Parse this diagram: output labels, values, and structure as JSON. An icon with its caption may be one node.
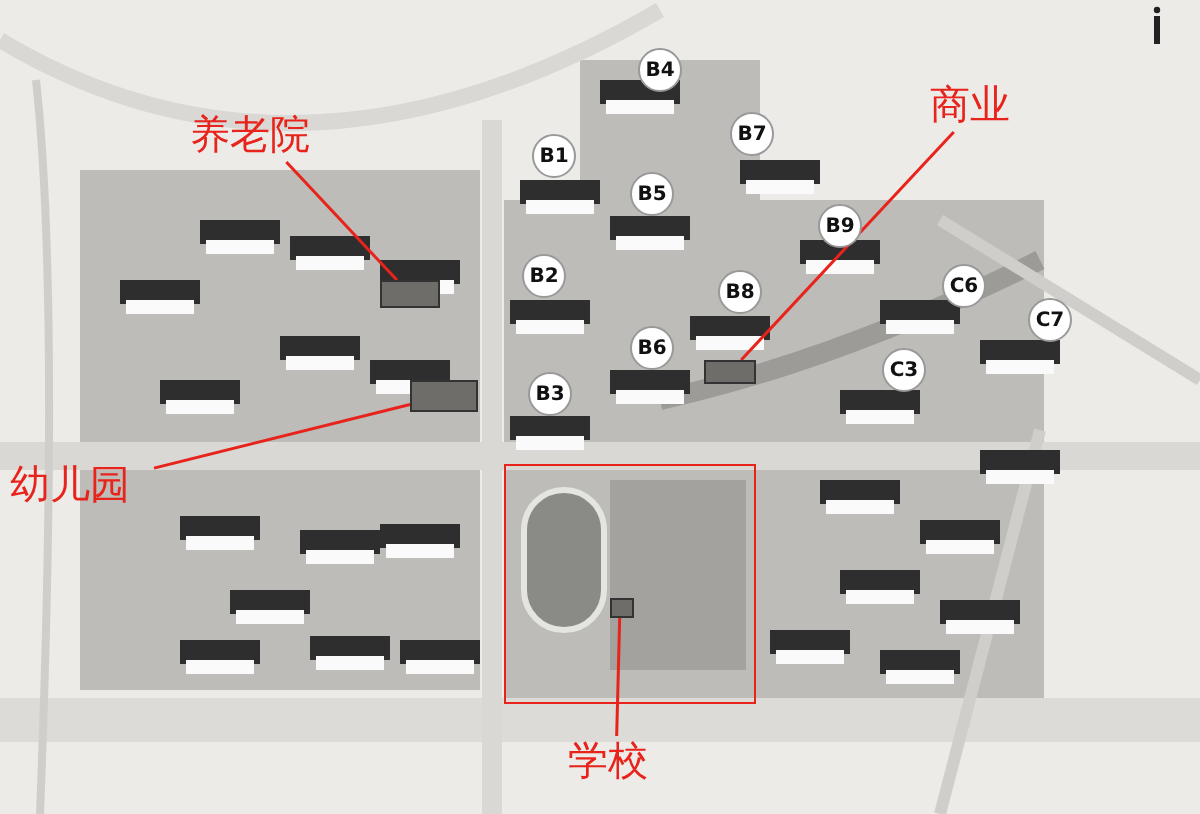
{
  "diagram": {
    "nodes": [
      {
        "text": [
          "商业"
        ]
      },
      {
        "text": [
          "养老院"
        ]
      },
      {
        "text": [
          "B4"
        ]
      },
      {
        "text": [
          "B7"
        ]
      },
      {
        "text": [
          "B1"
        ]
      },
      {
        "text": [
          "B5"
        ]
      },
      {
        "text": [
          "B9"
        ]
      },
      {
        "text": [
          "B2"
        ]
      },
      {
        "text": [
          "C6"
        ]
      },
      {
        "text": [
          "B8"
        ]
      },
      {
        "text": [
          "C7"
        ]
      },
      {
        "text": [
          "B6"
        ]
      },
      {
        "text": [
          "C3"
        ]
      },
      {
        "text": [
          "B3"
        ]
      },
      {
        "text": [],
        "shape": "box"
      },
      {
        "text": [],
        "shape": "box"
      },
      {
        "text": [],
        "shape": "box"
      },
      {
        "text": [
          "幼儿园"
        ]
      },
      {
        "text": [],
        "shape": "box"
      },
      {
        "text": [],
        "shape": "box",
        "in": 18
      },
      {
        "text": [
          "学校"
        ]
      }
    ],
    "edges": [
      {
        "from": 1,
        "to": 14,
        "arrow": "none"
      },
      {
        "from": 0,
        "to": 15,
        "arrow": "none"
      },
      {
        "from": 17,
        "to": 16,
        "arrow": "none"
      },
      {
        "from": 20,
        "to": 19,
        "arrow": "none"
      }
    ]
  }
}
